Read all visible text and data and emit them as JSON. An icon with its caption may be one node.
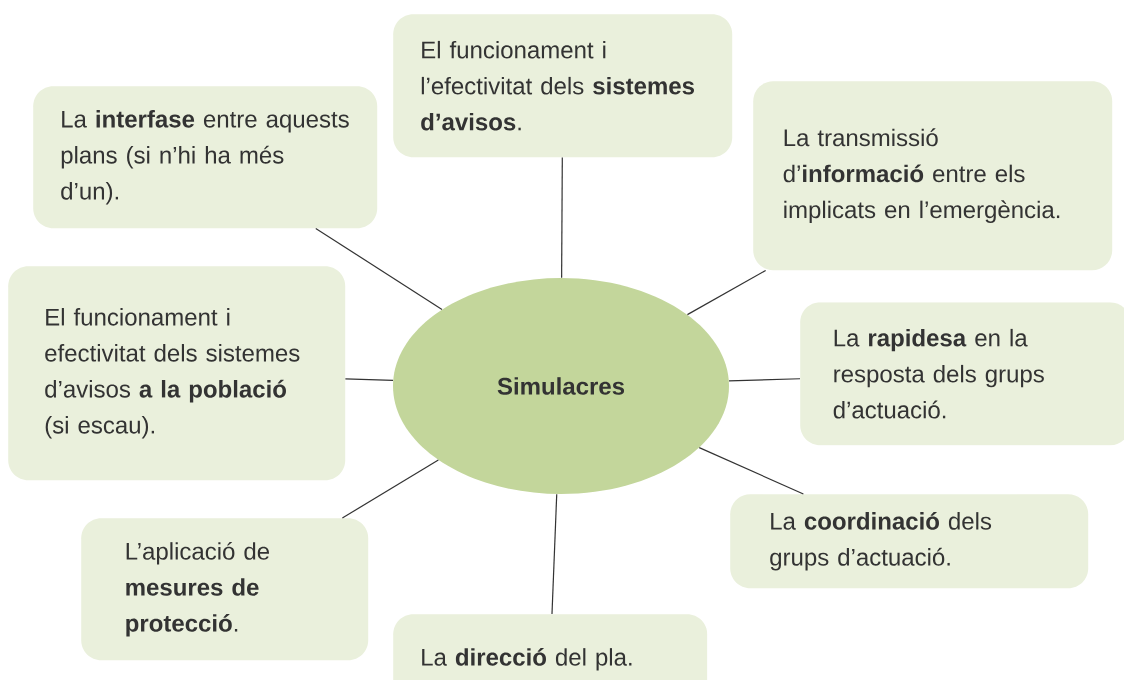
{
  "diagram": {
    "nodes": [
      {
        "text": [
          "Simulacres"
        ]
      },
      {
        "text": [
          "El funcionament i l’efectivitat dels **sistemes d’avisos**."
        ]
      },
      {
        "text": [
          "La **interfase** entre aquests plans (si n’hi ha més d’un)."
        ]
      },
      {
        "text": [
          "La transmissió d’**informació** entre els implicats en l’emergència."
        ]
      },
      {
        "text": [
          "El funcionament i efectivitat dels sistemes d’avisos **a la població** (si escau)."
        ]
      },
      {
        "text": [
          "La **rapidesa** en la resposta dels grups d’actuació."
        ]
      },
      {
        "text": [
          "La **coordinació** dels grups d’actuació."
        ]
      },
      {
        "text": [
          "L’aplicació de **mesures de protecció**."
        ]
      },
      {
        "text": [
          "La **direcció** del pla."
        ]
      }
    ],
    "edges": [
      {
        "from": 0,
        "to": 1,
        "arrow": "none"
      },
      {
        "from": 0,
        "to": 2,
        "arrow": "none"
      },
      {
        "from": 0,
        "to": 3,
        "arrow": "none"
      },
      {
        "from": 0,
        "to": 4,
        "arrow": "none"
      },
      {
        "from": 0,
        "to": 5,
        "arrow": "none"
      },
      {
        "from": 0,
        "to": 6,
        "arrow": "none"
      },
      {
        "from": 0,
        "to": 7,
        "arrow": "none"
      },
      {
        "from": 0,
        "to": 8,
        "arrow": "none"
      }
    ]
  }
}
